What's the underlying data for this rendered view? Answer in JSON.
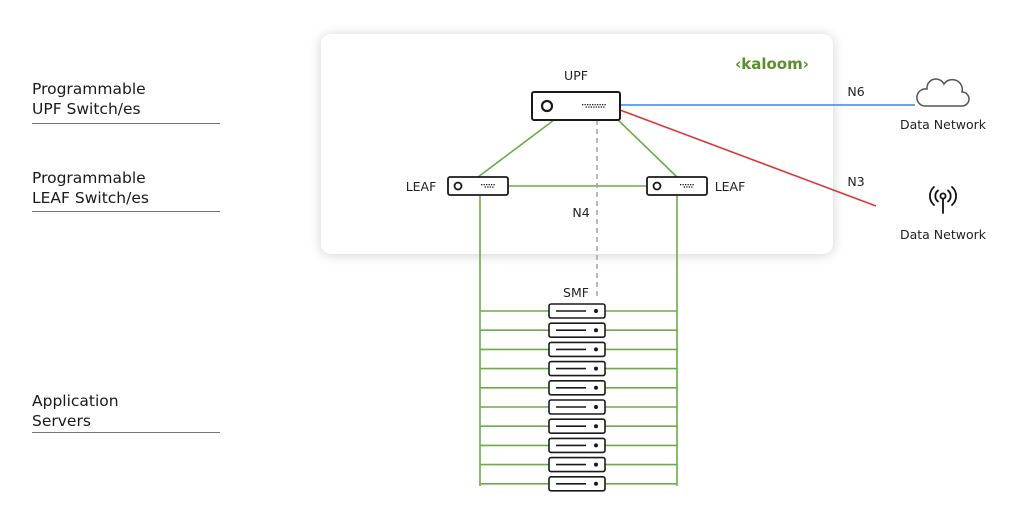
{
  "left_labels": {
    "upf": [
      "Programmable",
      "UPF Switch/es"
    ],
    "leaf": [
      "Programmable",
      "LEAF Switch/es"
    ],
    "apps": [
      "Application",
      "Servers"
    ]
  },
  "diagram": {
    "brand": "‹kaloom›",
    "upf_label": "UPF",
    "leaf_left_label": "LEAF",
    "leaf_right_label": "LEAF",
    "n4_label": "N4",
    "n6_label": "N6",
    "n3_label": "N3",
    "smf_label": "SMF",
    "dn_cloud_label": "Data Network",
    "dn_antenna_label": "Data Network",
    "server_count": 10,
    "icons": [
      "cloud-icon",
      "antenna-icon",
      "switch-icon",
      "server-icon"
    ],
    "colors": {
      "green": "#6cab4a",
      "blue": "#3b82f6",
      "red": "#d63b3b",
      "dash": "#a8a8a8",
      "brand": "#5a8f2c"
    }
  }
}
